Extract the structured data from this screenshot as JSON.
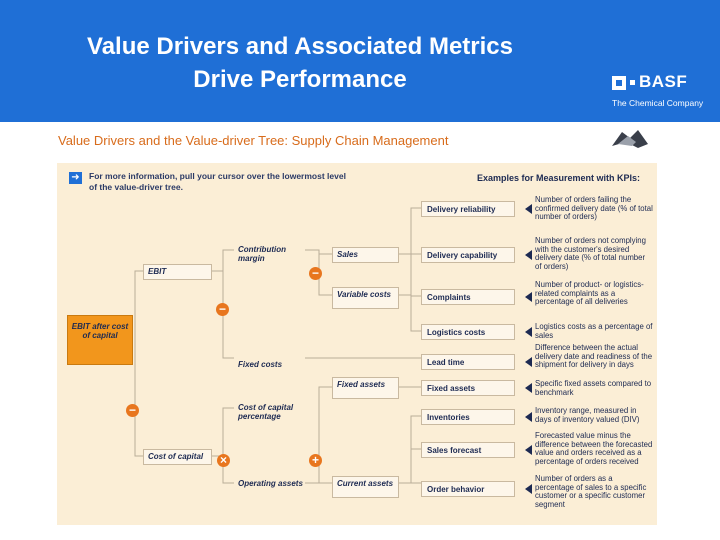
{
  "header": {
    "title_line1": "Value Drivers and Associated Metrics",
    "title_line2": "Drive Performance",
    "brand_name": "BASF",
    "brand_tagline": "The Chemical Company",
    "bg_color": "#1f6fd6"
  },
  "section_title": "Value Drivers and the Value-driver Tree: Supply Chain Management",
  "diagram": {
    "info_text": "For more information, pull your cursor over the lowermost level of the value-driver tree.",
    "kpi_heading": "Examples for Measurement with KPIs:",
    "root": "EBIT after cost of capital",
    "nodes": {
      "ebit": "EBIT",
      "cost_of_capital": "Cost of capital",
      "contribution_margin": "Contribution margin",
      "fixed_costs": "Fixed costs",
      "cost_of_capital_pct": "Cost of capital percentage",
      "operating_assets": "Operating assets",
      "sales": "Sales",
      "variable_costs": "Variable costs",
      "fixed_assets_mid": "Fixed assets",
      "current_assets": "Current assets"
    },
    "operators": {
      "op1": "−",
      "op2": "−",
      "op3": "−",
      "op4": "×",
      "op5": "+"
    },
    "leaves": [
      {
        "label": "Delivery reliability",
        "kpi": "Number of orders failing the confirmed delivery date (% of total number of orders)"
      },
      {
        "label": "Delivery capability",
        "kpi": "Number of orders not complying with the customer's desired delivery date (% of total number of orders)"
      },
      {
        "label": "Complaints",
        "kpi": "Number of product- or logistics-related complaints as a percentage of all deliveries"
      },
      {
        "label": "Logistics costs",
        "kpi": "Logistics costs as a percentage of sales"
      },
      {
        "label": "Lead time",
        "kpi": "Difference between the actual delivery date and readiness of the shipment for delivery in days"
      },
      {
        "label": "Fixed assets",
        "kpi": "Specific fixed assets compared to benchmark"
      },
      {
        "label": "Inventories",
        "kpi": "Inventory range, measured in days of inventory valued (DIV)"
      },
      {
        "label": "Sales forecast",
        "kpi": "Forecasted value minus the difference between the forecasted value and orders received as a percentage of orders received"
      },
      {
        "label": "Order behavior",
        "kpi": "Number of orders as a percentage of sales to a specific customer or a specific customer segment"
      }
    ],
    "colors": {
      "background": "#fbeed6",
      "root": "#f2961c",
      "operator": "#e8761e",
      "lines": "#b9ad98"
    }
  }
}
